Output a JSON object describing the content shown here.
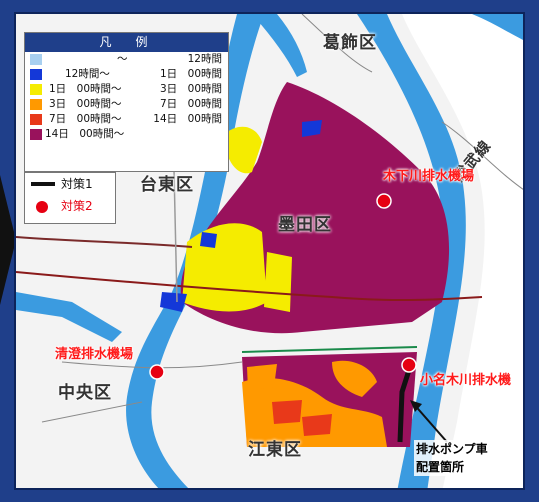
{
  "map": {
    "wards": [
      "葛飾区",
      "台東区",
      "墨田区",
      "中央区",
      "江東区"
    ],
    "railway": "総武線",
    "stations": {
      "kinoshita": "木下川排水機場",
      "seicho": "清澄排水機場",
      "onagi": "小名木川排水機"
    },
    "pump": {
      "line1": "排水ポンプ車",
      "line2": "配置箇所"
    }
  },
  "legend": {
    "title": "凡　例",
    "rows": [
      {
        "color": "#a8d0f0",
        "from": "",
        "sep": "～",
        "to": "12時間"
      },
      {
        "color": "#1438d8",
        "from": "12時間～",
        "sep": "",
        "to": "1日　00時間"
      },
      {
        "color": "#f5ec00",
        "from": "1日　00時間～",
        "sep": "",
        "to": "3日　00時間"
      },
      {
        "color": "#ff9900",
        "from": "3日　00時間～",
        "sep": "",
        "to": "7日　00時間"
      },
      {
        "color": "#e8391a",
        "from": "7日　00時間～",
        "sep": "",
        "to": "14日　00時間"
      },
      {
        "color": "#99125c",
        "from": "14日　00時間～",
        "sep": "",
        "to": ""
      }
    ],
    "measures": {
      "m1": "対策1",
      "m2": "対策2"
    }
  }
}
